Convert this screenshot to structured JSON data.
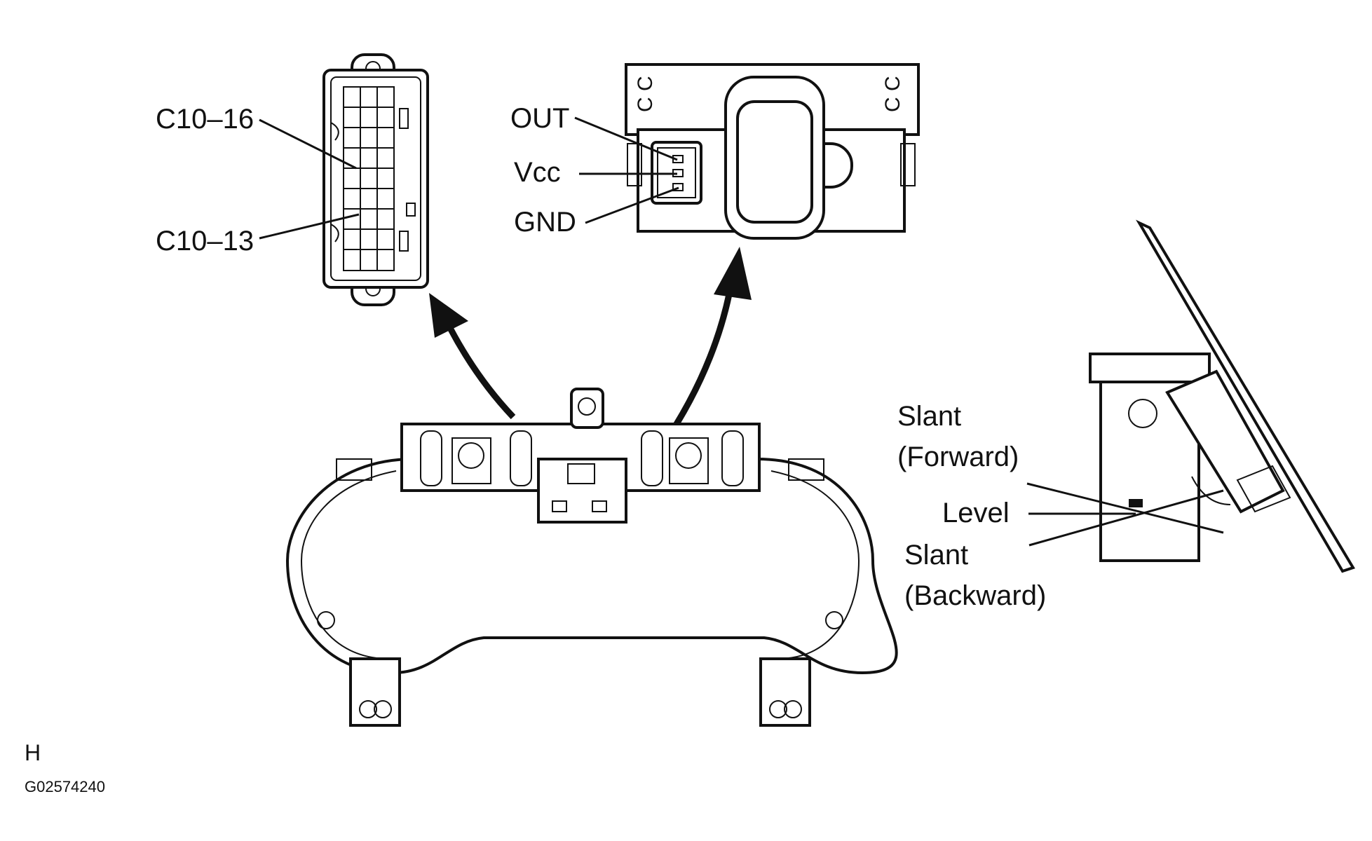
{
  "connector_labels": {
    "pin_16": "C10–16",
    "pin_13": "C10–13"
  },
  "sensor_labels": {
    "out": "OUT",
    "vcc": "Vcc",
    "gnd": "GND"
  },
  "slant_labels": {
    "slant_forward_line1": "Slant",
    "slant_forward_line2": "(Forward)",
    "level": "Level",
    "slant_backward_line1": "Slant",
    "slant_backward_line2": "(Backward)"
  },
  "footer": {
    "section_letter": "H",
    "figure_id": "G02574240"
  }
}
